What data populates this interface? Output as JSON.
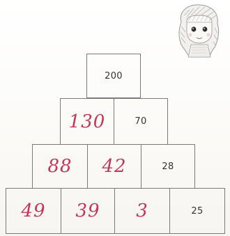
{
  "pyramid": {
    "top": "200",
    "row2": {
      "left": "130",
      "right": "70"
    },
    "row3": {
      "left": "88",
      "middle": "42",
      "right": "28"
    },
    "row4": {
      "a": "49",
      "b": "39",
      "c": "3",
      "d": "25"
    }
  },
  "colors": {
    "printed": "#333333",
    "handwritten": "#c2375a",
    "lines": "#7a7a7a"
  },
  "icons": [
    "cartoon-girl-illustration"
  ]
}
